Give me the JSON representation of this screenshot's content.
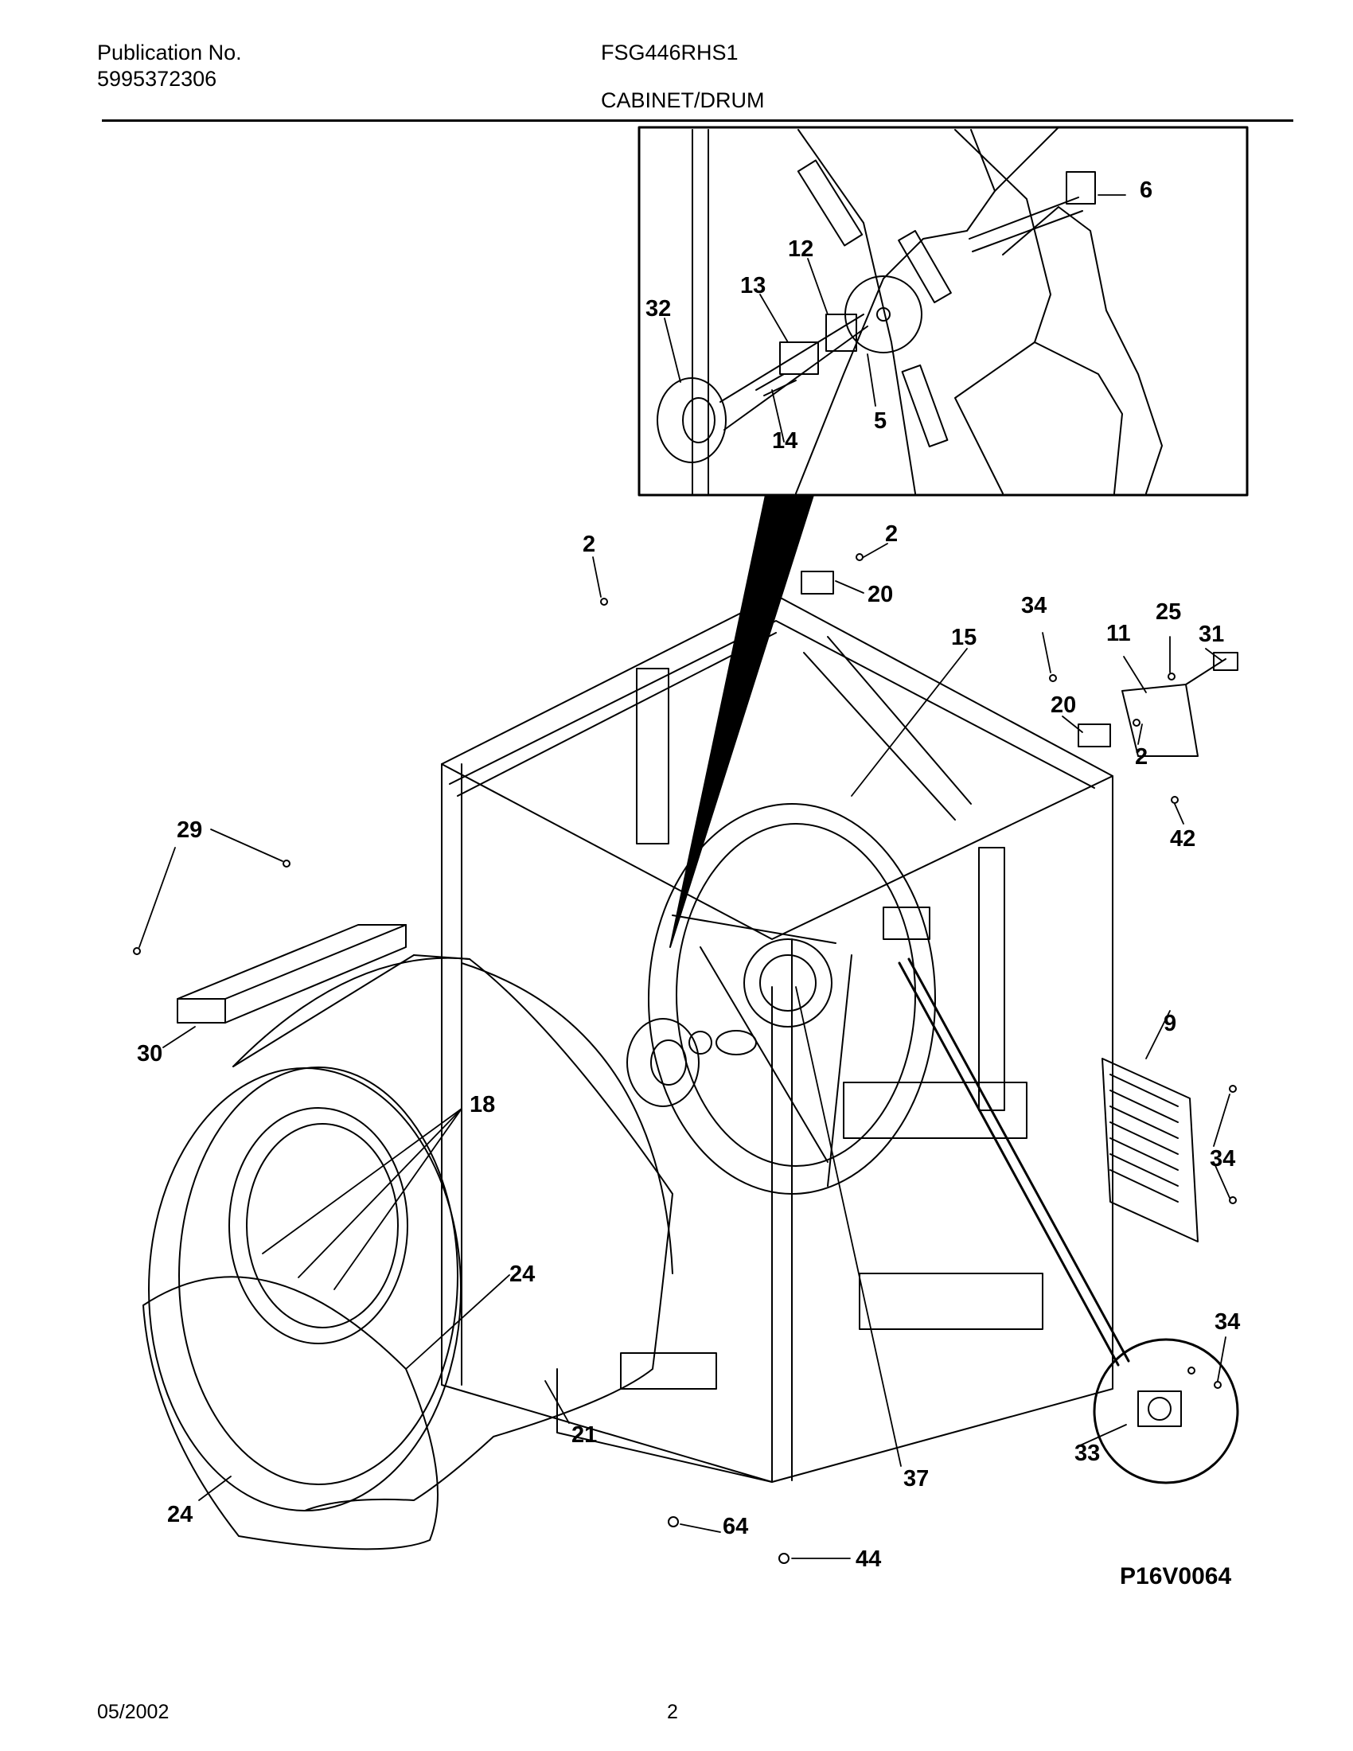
{
  "header": {
    "publication_label": "Publication No.",
    "publication_number": "5995372306",
    "model": "FSG446RHS1",
    "section": "CABINET/DRUM"
  },
  "diagram": {
    "reference": "P16V0064",
    "callouts": [
      {
        "id": "6",
        "label": "6"
      },
      {
        "id": "12",
        "label": "12"
      },
      {
        "id": "13",
        "label": "13"
      },
      {
        "id": "32",
        "label": "32"
      },
      {
        "id": "5",
        "label": "5"
      },
      {
        "id": "14",
        "label": "14"
      },
      {
        "id": "2a",
        "label": "2"
      },
      {
        "id": "2b",
        "label": "2"
      },
      {
        "id": "20a",
        "label": "20"
      },
      {
        "id": "34a",
        "label": "34"
      },
      {
        "id": "25",
        "label": "25"
      },
      {
        "id": "11",
        "label": "11"
      },
      {
        "id": "31",
        "label": "31"
      },
      {
        "id": "15",
        "label": "15"
      },
      {
        "id": "20b",
        "label": "20"
      },
      {
        "id": "2c",
        "label": "2"
      },
      {
        "id": "42",
        "label": "42"
      },
      {
        "id": "29",
        "label": "29"
      },
      {
        "id": "30",
        "label": "30"
      },
      {
        "id": "9",
        "label": "9"
      },
      {
        "id": "34b",
        "label": "34"
      },
      {
        "id": "18",
        "label": "18"
      },
      {
        "id": "24a",
        "label": "24"
      },
      {
        "id": "34c",
        "label": "34"
      },
      {
        "id": "33",
        "label": "33"
      },
      {
        "id": "21",
        "label": "21"
      },
      {
        "id": "37",
        "label": "37"
      },
      {
        "id": "24b",
        "label": "24"
      },
      {
        "id": "64",
        "label": "64"
      },
      {
        "id": "44",
        "label": "44"
      }
    ]
  },
  "footer": {
    "date": "05/2002",
    "page": "2"
  }
}
